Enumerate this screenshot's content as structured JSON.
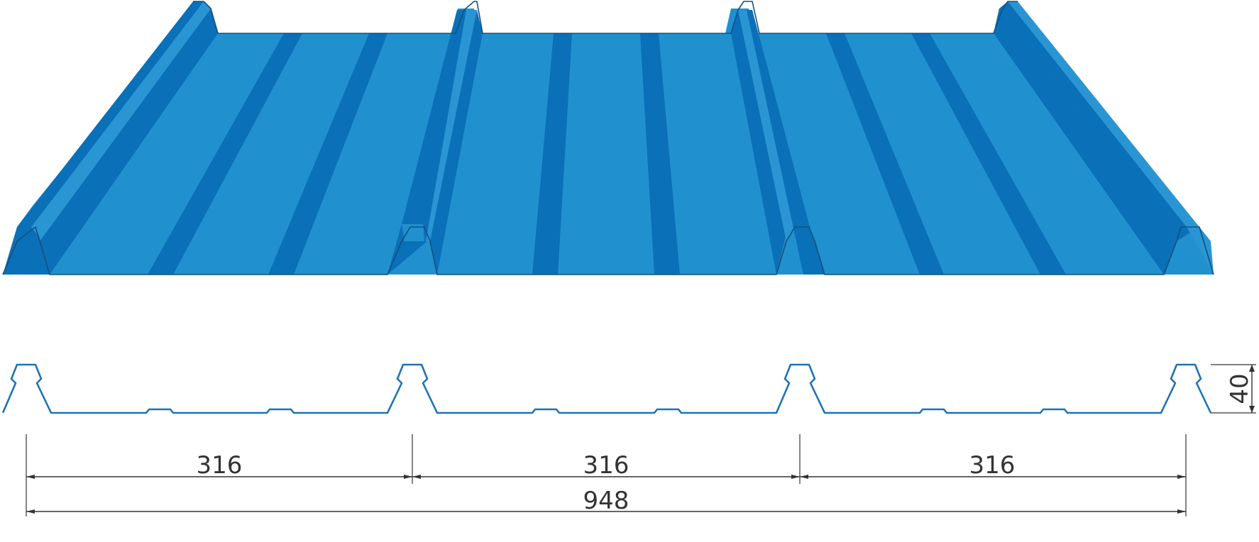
{
  "colors": {
    "sheet_face": "#2190cf",
    "sheet_shade": "#0a70b8",
    "sheet_light": "#2a95d3",
    "edge": "#14507f",
    "profile_stroke": "#1f73b4",
    "dimension": "#333333"
  },
  "dimensions": {
    "pitches": [
      "316",
      "316",
      "316"
    ],
    "cover_width": "948",
    "profile_height": "40"
  }
}
